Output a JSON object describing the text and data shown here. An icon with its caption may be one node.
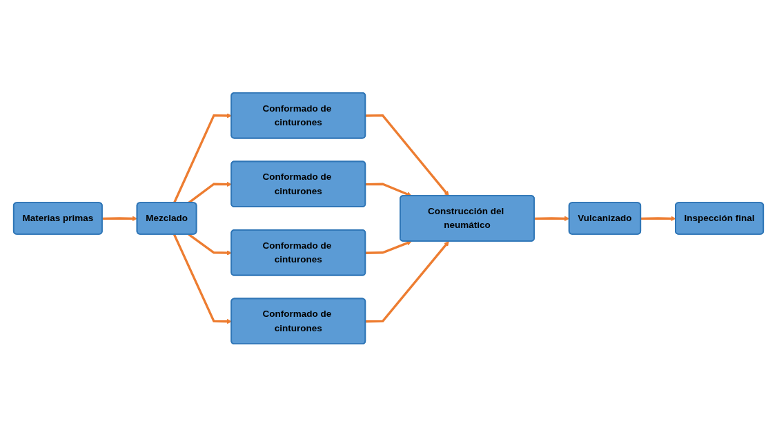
{
  "diagram": {
    "nodes": [
      {
        "text": [
          "Materias primas"
        ]
      },
      {
        "text": [
          "Mezclado"
        ]
      },
      {
        "text": [
          "Conformado de cinturones"
        ]
      },
      {
        "text": [
          "Conformado de cinturones"
        ]
      },
      {
        "text": [
          "Conformado de cinturones"
        ]
      },
      {
        "text": [
          "Conformado de cinturones"
        ]
      },
      {
        "text": [
          "Construcción del neumático"
        ]
      },
      {
        "text": [
          "Vulcanizado"
        ]
      },
      {
        "text": [
          "Inspección final"
        ]
      }
    ],
    "edges": [
      {
        "from": 0,
        "to": 1,
        "arrow": "to"
      },
      {
        "from": 1,
        "to": 2,
        "arrow": "to"
      },
      {
        "from": 1,
        "to": 3,
        "arrow": "to"
      },
      {
        "from": 1,
        "to": 4,
        "arrow": "to"
      },
      {
        "from": 1,
        "to": 5,
        "arrow": "to"
      },
      {
        "from": 2,
        "to": 6,
        "arrow": "to"
      },
      {
        "from": 3,
        "to": 6,
        "arrow": "to"
      },
      {
        "from": 4,
        "to": 6,
        "arrow": "to"
      },
      {
        "from": 5,
        "to": 6,
        "arrow": "to"
      },
      {
        "from": 6,
        "to": 7,
        "arrow": "to"
      },
      {
        "from": 7,
        "to": 8,
        "arrow": "to"
      }
    ]
  }
}
